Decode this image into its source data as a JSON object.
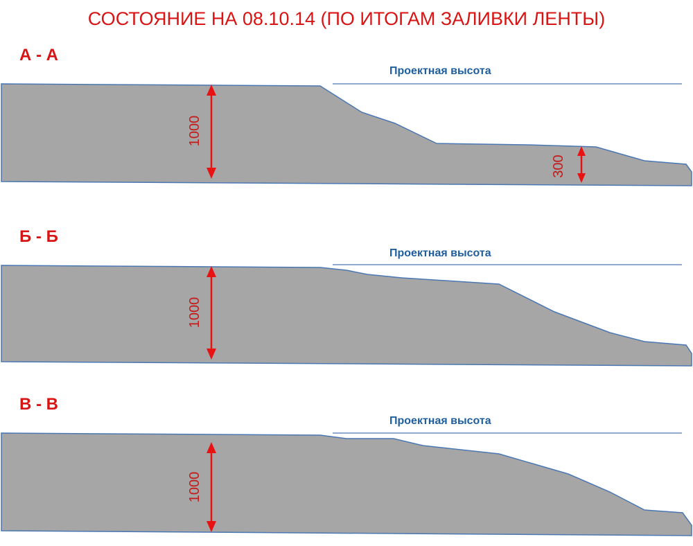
{
  "title": "СОСТОЯНИЕ НА 08.10.14 (ПО ИТОГАМ ЗАЛИВКИ ЛЕНТЫ)",
  "colors": {
    "title": "#d91414",
    "profile_fill": "#a6a6a6",
    "profile_outline": "#4a77b4",
    "design_height_line": "#4a77b4",
    "dimension_arrow": "#e81212"
  },
  "sections": [
    {
      "label": "А - А",
      "design_height_label": "Проектная высота",
      "dimensions": [
        "1000",
        "300"
      ]
    },
    {
      "label": "Б - Б",
      "design_height_label": "Проектная высота",
      "dimensions": [
        "1000"
      ]
    },
    {
      "label": "В - В",
      "design_height_label": "Проектная высота",
      "dimensions": [
        "1000"
      ]
    }
  ]
}
